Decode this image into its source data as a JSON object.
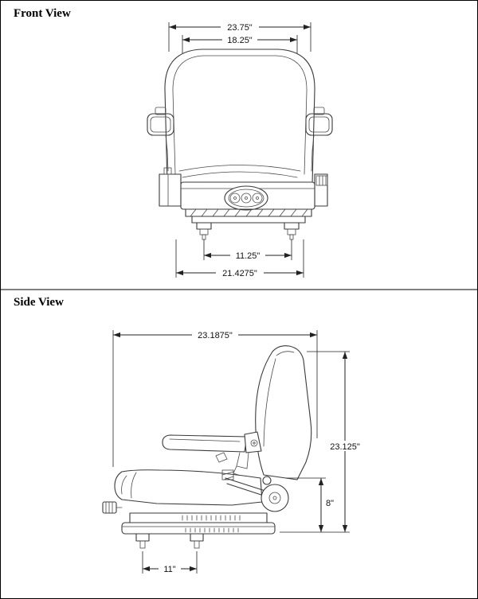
{
  "front_view": {
    "title": "Front View",
    "dimensions": {
      "backrest_outer_width": "23.75\"",
      "backrest_inner_width": "18.25\"",
      "mount_hole_spacing": "11.25\"",
      "base_overall_width": "21.4275\""
    }
  },
  "side_view": {
    "title": "Side View",
    "dimensions": {
      "overall_depth": "23.1875\"",
      "overall_height": "23.125\"",
      "seat_base_height": "8\"",
      "mount_spacing": "11\""
    }
  },
  "colors": {
    "line": "#3a3a3a",
    "dimension": "#222222",
    "background": "#ffffff"
  }
}
